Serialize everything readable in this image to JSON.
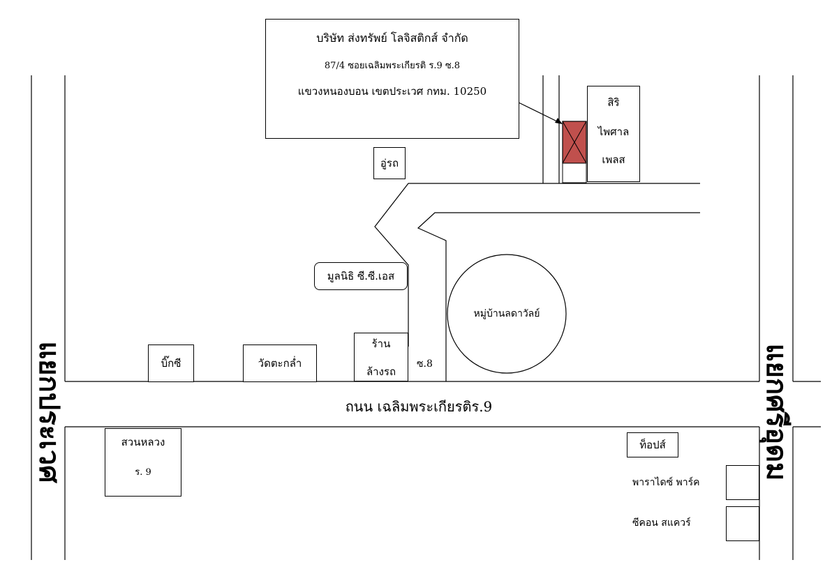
{
  "company": {
    "name": "บริษัท ส่งทรัพย์ โลจิสติกส์ จำกัด",
    "address_line1": "87/4 ซอยเฉลิมพระเกียรติ ร.9 ซ.8",
    "address_line2": "แขวงหนองบอน เขตประเวศ กทม. 10250"
  },
  "landmarks": {
    "siri_line1": "สิริ",
    "siri_line2": "ไพศาล",
    "siri_line3": "เพลส",
    "garage": "อู่รถ",
    "foundation": "มูลนิธิ ซี.ซี.เอส",
    "village": "หมู่บ้านลดาวัลย์",
    "bigc": "บิ๊กซี",
    "temple": "วัดตะกล่ำ",
    "carwash_line1": "ร้าน",
    "carwash_line2": "ล้างรถ",
    "soi": "ซ.8",
    "tops": "ท็อปส์",
    "park_line1": "สวนหลวง",
    "park_line2": "ร. 9",
    "paradise": "พาราไดซ์ พาร์ค",
    "seacon": "ซีคอน สแควร์"
  },
  "roads": {
    "main_road": "ถนน เฉลิมพระเกียรติร.9",
    "left_intersection": "แยกประเวศ",
    "right_intersection": "แยกศรีอุดม"
  },
  "colors": {
    "marker_fill": "#c0504d"
  }
}
